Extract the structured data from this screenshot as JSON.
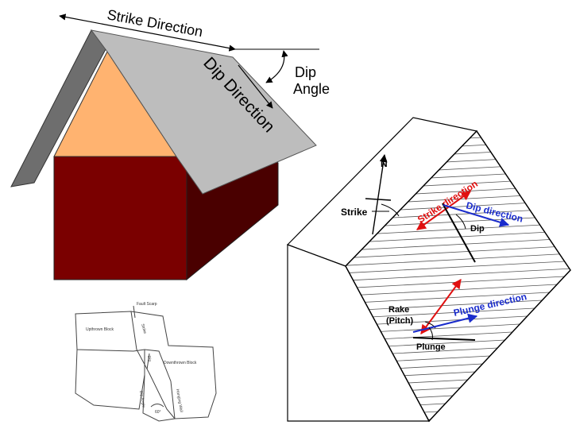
{
  "house_diagram": {
    "strike_direction": "Strike Direction",
    "dip_direction": "Dip Direction",
    "dip_angle_line1": "Dip",
    "dip_angle_line2": "Angle",
    "colors": {
      "roof": "#bdbdbd",
      "roof_side": "#6e6e6e",
      "gable": "#ffb370",
      "wall_front": "#7a0000",
      "wall_side": "#4a0000"
    }
  },
  "block_diagram": {
    "north": "N",
    "strike": "Strike",
    "strike_direction": "Strike direction",
    "dip_direction": "Dip direction",
    "dip": "Dip",
    "rake_line1": "Rake",
    "rake_line2": "(Pitch)",
    "plunge_direction": "Plunge direction",
    "plunge": "Plunge",
    "colors": {
      "strike": "#e01010",
      "dip": "#1a2ccc"
    }
  },
  "fault_sketch": {
    "fault_scarp": "Fault Scarp",
    "upthrown_block": "Upthrown Block",
    "strike": "Strike",
    "dip": "Dip",
    "downthrown_block": "Downthrown Block",
    "dip_angle": "Dip Angle",
    "hanging_wall": "Hanging Wall",
    "angle_value": "60°"
  }
}
